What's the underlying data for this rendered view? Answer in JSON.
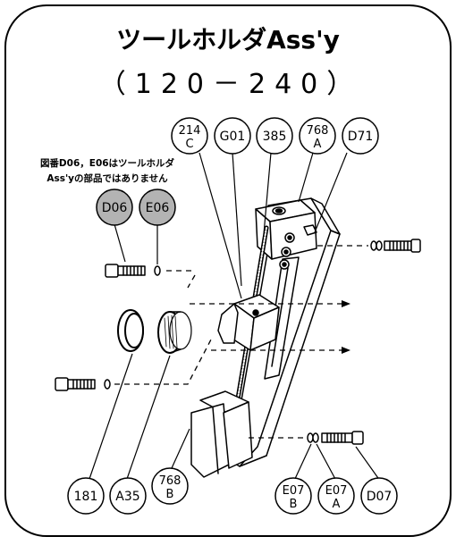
{
  "title": "ツールホルダAss'y",
  "subtitle": "（120－240）",
  "note": {
    "line1": "図番D06，E06はツールホルダ",
    "line2": "Ass'yの部品ではありません"
  },
  "callouts_top": [
    {
      "line1": "214",
      "line2": "C"
    },
    {
      "line1": "G01",
      "line2": ""
    },
    {
      "line1": "385",
      "line2": ""
    },
    {
      "line1": "768",
      "line2": "A"
    },
    {
      "line1": "D71",
      "line2": ""
    }
  ],
  "callouts_gray": [
    {
      "line1": "D06",
      "line2": ""
    },
    {
      "line1": "E06",
      "line2": ""
    }
  ],
  "callouts_bottom_left": [
    {
      "line1": "181",
      "line2": ""
    },
    {
      "line1": "A35",
      "line2": ""
    },
    {
      "line1": "768",
      "line2": "B"
    }
  ],
  "callouts_bottom_right": [
    {
      "line1": "E07",
      "line2": "B"
    },
    {
      "line1": "E07",
      "line2": "A"
    },
    {
      "line1": "D07",
      "line2": ""
    }
  ],
  "colors": {
    "line": "#000000",
    "gray_fill": "#b3b3b3",
    "background": "#ffffff"
  }
}
